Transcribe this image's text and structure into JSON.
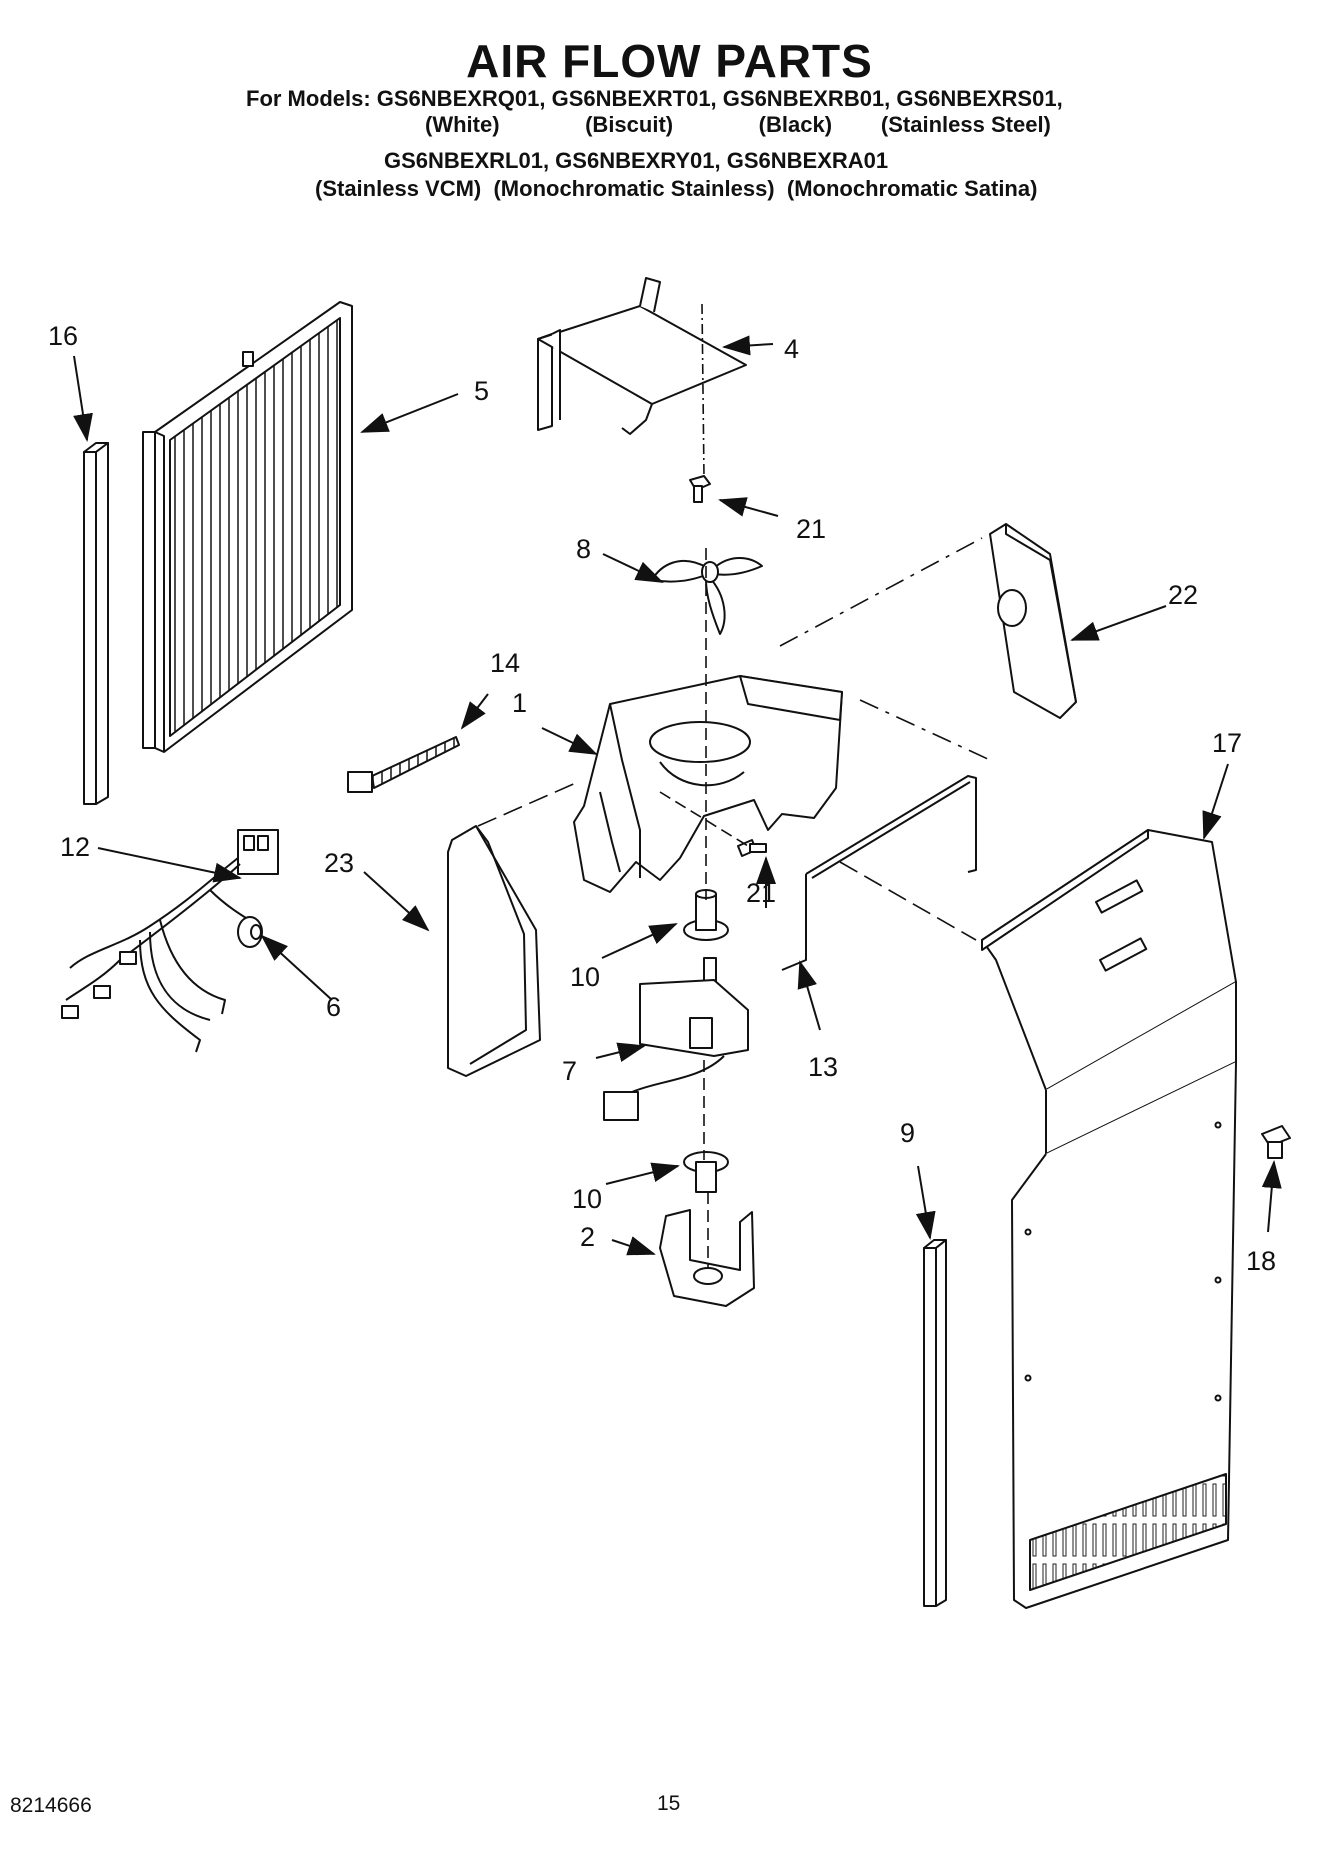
{
  "header": {
    "title": "AIR FLOW PARTS",
    "line1": "For Models: GS6NBEXRQ01, GS6NBEXRT01, GS6NBEXRB01, GS6NBEXRS01,",
    "line2": "(White)              (Biscuit)              (Black)        (Stainless Steel)",
    "line3": "GS6NBEXRL01, GS6NBEXRY01, GS6NBEXRA01",
    "line4": "(Stainless VCM)  (Monochromatic Stainless)  (Monochromatic Satina)"
  },
  "callouts": {
    "c1": "1",
    "c2": "2",
    "c4": "4",
    "c5": "5",
    "c6": "6",
    "c7": "7",
    "c8": "8",
    "c9": "9",
    "c10a": "10",
    "c10b": "10",
    "c12": "12",
    "c13": "13",
    "c14": "14",
    "c16": "16",
    "c17": "17",
    "c18": "18",
    "c21a": "21",
    "c21b": "21",
    "c22": "22",
    "c23": "23"
  },
  "footer": {
    "doc_number": "8214666",
    "page_number": "15"
  }
}
